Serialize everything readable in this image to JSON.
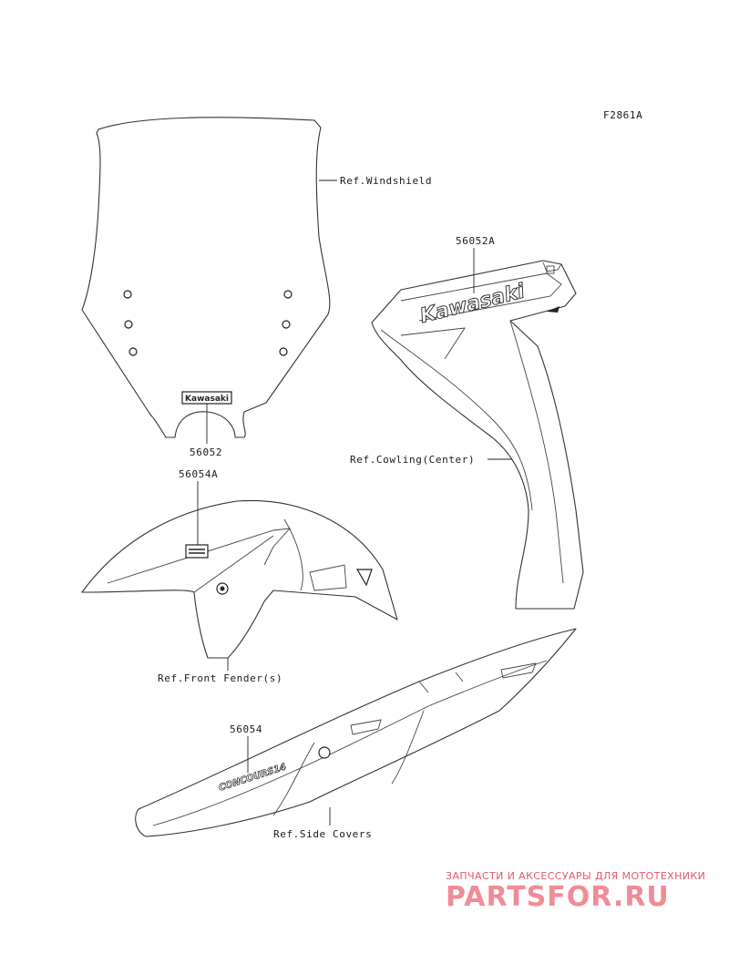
{
  "diagram": {
    "code": "F2861A",
    "parts": {
      "windshield_ref": "Ref.Windshield",
      "decal_windshield": "56052",
      "decal_windshield_logo": "Kawasaki",
      "cowling_decal": "56052A",
      "cowling_logo": "Kawasaki",
      "cowling_ref": "Ref.Cowling(Center)",
      "fender_decal": "56054A",
      "fender_ref": "Ref.Front Fender(s)",
      "sidecover_decal": "56054",
      "sidecover_logo": "CONCOURS14",
      "sidecover_ref": "Ref.Side Covers"
    }
  },
  "watermark": {
    "tagline": "ЗАПЧАСТИ И АКСЕССУАРЫ ДЛЯ МОТОТЕХНИКИ",
    "brand": "PARTSFOR.RU"
  }
}
